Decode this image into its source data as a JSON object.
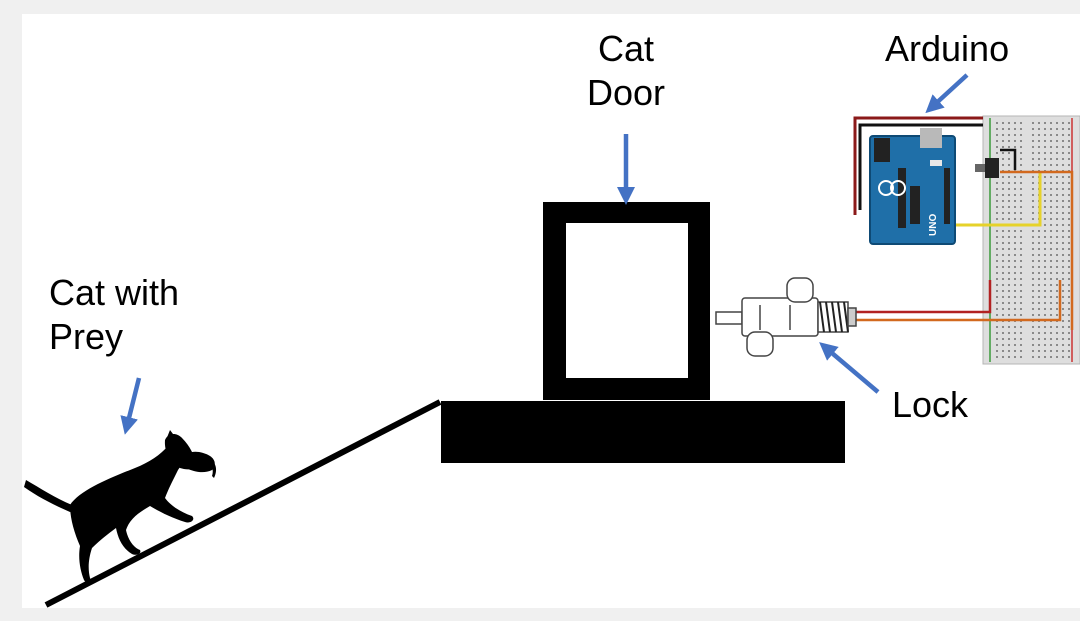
{
  "labels": {
    "cat_door": {
      "line1": "Cat",
      "line2": "Door"
    },
    "arduino": "Arduino",
    "cat_with_prey": {
      "line1": "Cat with",
      "line2": "Prey"
    },
    "lock": "Lock"
  },
  "board_text": {
    "uno": "UNO"
  },
  "colors": {
    "arrow": "#4472c4",
    "outline": "#000000",
    "board": "#1f6fa8",
    "breadboard": "#dcdcdc",
    "wire_red": "#b22222",
    "wire_orange": "#d2691e",
    "wire_yellow": "#e6d22a"
  }
}
